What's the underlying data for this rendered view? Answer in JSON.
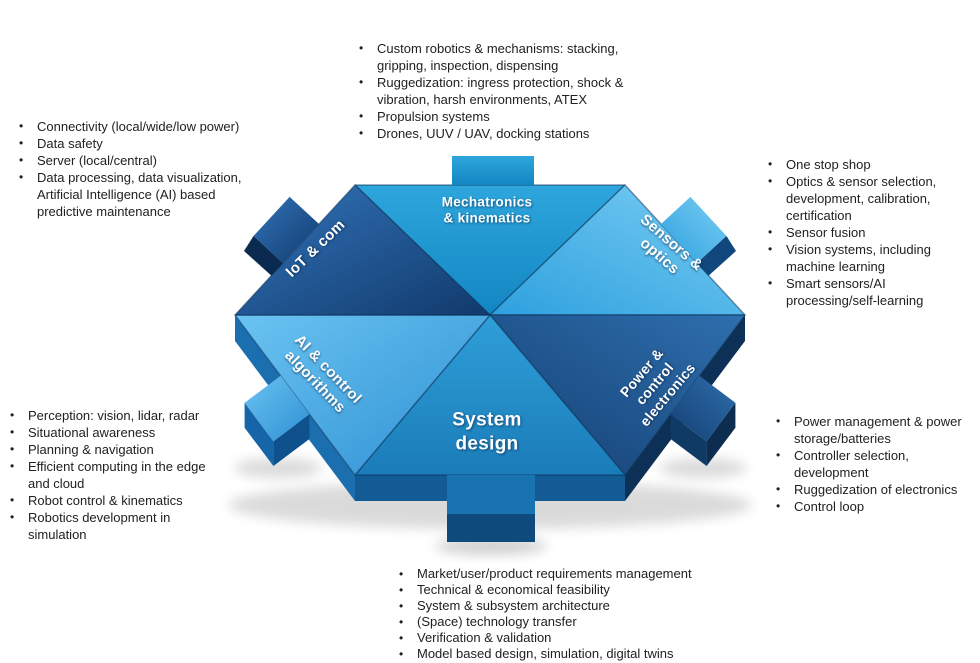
{
  "segments": [
    {
      "id": "mechatronics",
      "label": "Mechatronics\n& kinematics",
      "color_light": "#2ea6dd",
      "color_dark": "#1286c2"
    },
    {
      "id": "sensors",
      "label": "Sensors &\noptics",
      "color_light": "#7bcef4",
      "color_dark": "#2da0de"
    },
    {
      "id": "power",
      "label": "Power &\ncontrol\nelectronics",
      "color_light": "#2e6fae",
      "color_dark": "#143f72"
    },
    {
      "id": "system",
      "label": "System\ndesign",
      "color_light": "#2f9fd9",
      "color_dark": "#1a7cb8"
    },
    {
      "id": "ai",
      "label": "AI & control\nalgorithms",
      "color_light": "#6ac4f2",
      "color_dark": "#2e8fd2"
    },
    {
      "id": "iot",
      "label": "IoT & com",
      "color_light": "#3274ba",
      "color_dark": "#113a6c"
    }
  ],
  "callouts": {
    "mechatronics": {
      "items": [
        "Custom robotics & mechanisms: stacking, gripping, inspection, dispensing",
        "Ruggedization: ingress protection, shock & vibration, harsh environments, ATEX",
        "Propulsion systems",
        "Drones, UUV / UAV, docking stations"
      ]
    },
    "iot": {
      "items": [
        "Connectivity (local/wide/low power)",
        "Data safety",
        "Server (local/central)",
        "Data processing, data visualization, Artificial Intelligence (AI) based predictive maintenance"
      ]
    },
    "sensors": {
      "items": [
        "One stop shop",
        "Optics & sensor selection, development, calibration, certification",
        "Sensor fusion",
        "Vision systems, including machine learning",
        "Smart sensors/AI processing/self-learning"
      ]
    },
    "ai": {
      "items": [
        "Perception: vision, lidar, radar",
        "Situational awareness",
        "Planning & navigation",
        "Efficient computing in the edge and cloud",
        "Robot control & kinematics",
        "Robotics development in simulation"
      ]
    },
    "power": {
      "items": [
        "Power management & power storage/batteries",
        "Controller selection, development",
        "Ruggedization of electronics",
        "Control loop"
      ]
    },
    "system": {
      "items": [
        "Market/user/product requirements management",
        "Technical & economical feasibility",
        "System & subsystem architecture",
        "(Space) technology transfer",
        "Verification & validation",
        "Model based design, simulation, digital twins"
      ]
    }
  }
}
